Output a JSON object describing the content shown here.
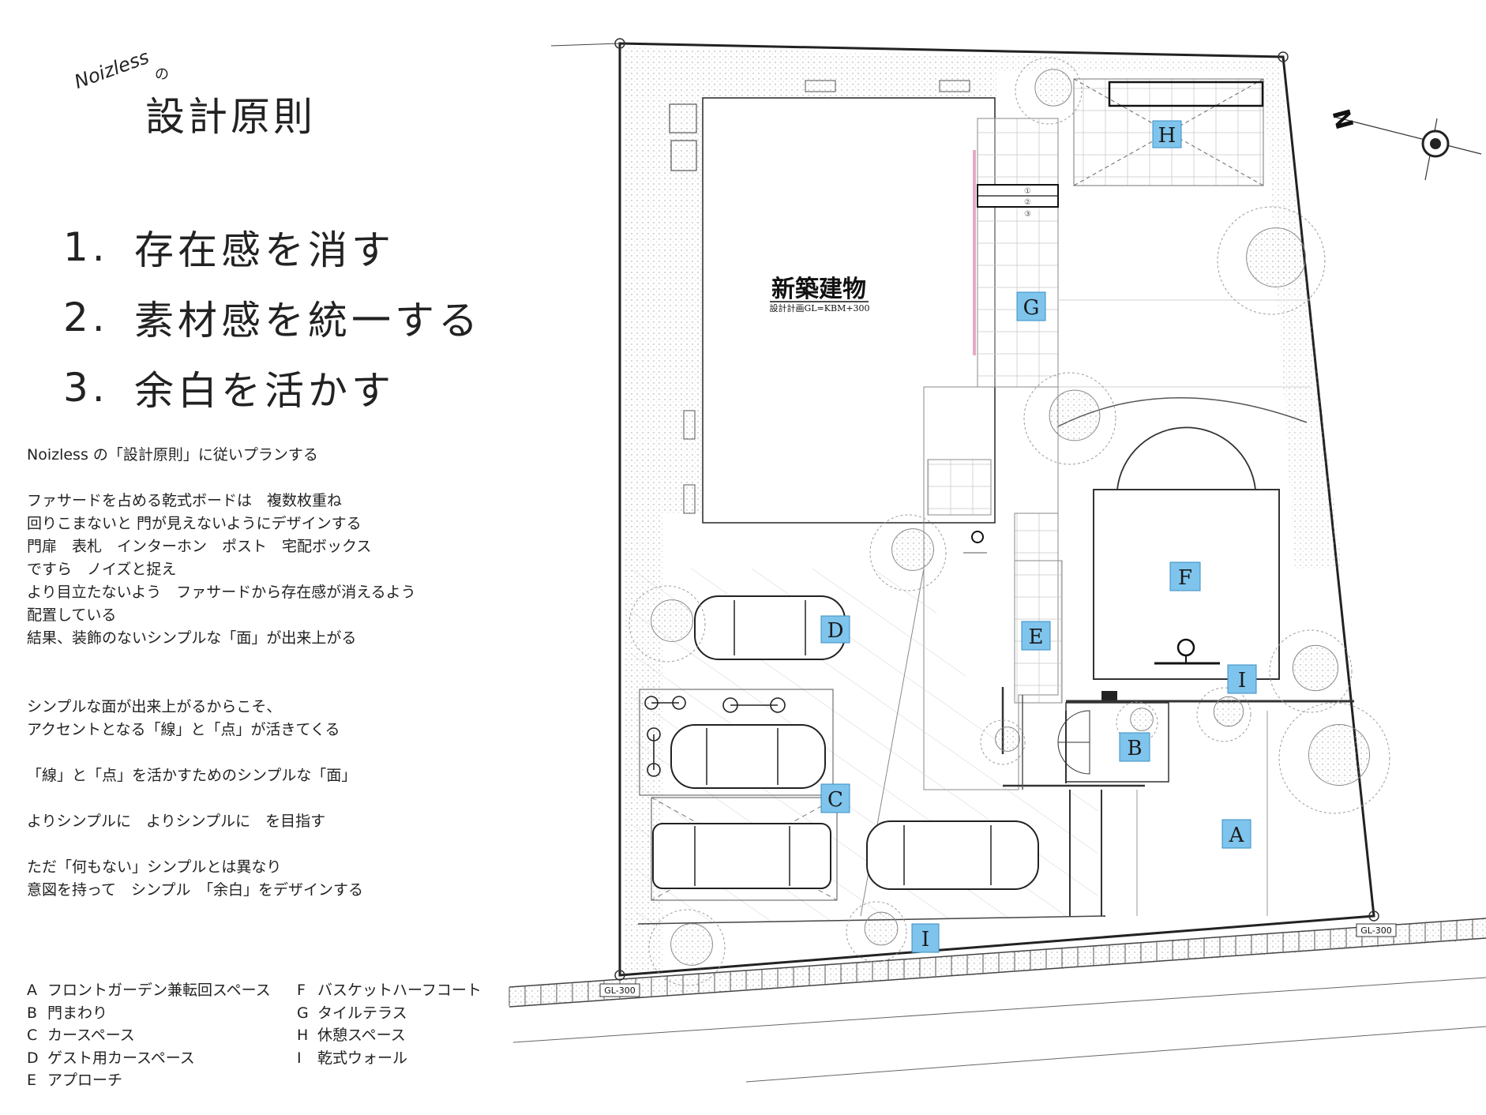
{
  "brand": {
    "name": "Noizless",
    "particle": "の"
  },
  "title": "設計原則",
  "principles": [
    {
      "num": "1.",
      "text": "存在感を消す"
    },
    {
      "num": "2.",
      "text": "素材感を統一する"
    },
    {
      "num": "3.",
      "text": "余白を活かす"
    }
  ],
  "body": {
    "p1": "Noizless の「設計原則」に従いプランする",
    "p2_l1": "ファサードを占める乾式ボードは　複数枚重ね",
    "p2_l2": "回りこまないと 門が見えないようにデザインする",
    "p2_l3": "門扉　表札　インターホン　ポスト　宅配ボックス",
    "p2_l4": "ですら　ノイズと捉え",
    "p2_l5": "より目立たないよう　ファサードから存在感が消えるよう",
    "p2_l6": "配置している",
    "p2_l7": "結果、装飾のないシンプルな「面」が出来上がる",
    "p3_l1": "シンプルな面が出来上がるからこそ、",
    "p3_l2": "アクセントとなる「線」と「点」が活きてくる",
    "p4": "「線」と「点」を活かすためのシンプルな「面」",
    "p5": "よりシンプルに　よりシンプルに　を目指す",
    "p6_l1": "ただ「何もない」シンプルとは異なり",
    "p6_l2": "意図を持って　シンプル　「余白」をデザインする"
  },
  "legend_left": [
    {
      "key": "A",
      "label": "フロントガーデン兼転回スペース"
    },
    {
      "key": "B",
      "label": "門まわり"
    },
    {
      "key": "C",
      "label": "カースペース"
    },
    {
      "key": "D",
      "label": "ゲスト用カースペース"
    },
    {
      "key": "E",
      "label": "アプローチ"
    }
  ],
  "legend_right": [
    {
      "key": "F",
      "label": "バスケットハーフコート"
    },
    {
      "key": "G",
      "label": "タイルテラス"
    },
    {
      "key": "H",
      "label": "休憩スペース"
    },
    {
      "key": "I",
      "label": "乾式ウォール"
    }
  ],
  "plan": {
    "building_title": "新築建物",
    "building_sub": "設計計画GL=KBM+300",
    "gl_labels": [
      "GL-300",
      "GL-300"
    ],
    "north_label": "N",
    "step_numbers": [
      "①",
      "②",
      "③"
    ],
    "markers": [
      "H",
      "G",
      "F",
      "D",
      "E",
      "I",
      "B",
      "C",
      "A",
      "I"
    ],
    "colors": {
      "marker_fill": "#7fc4ec",
      "marker_stroke": "#3a8fc4",
      "line": "#333333",
      "pink": "#e6a9c8"
    }
  }
}
